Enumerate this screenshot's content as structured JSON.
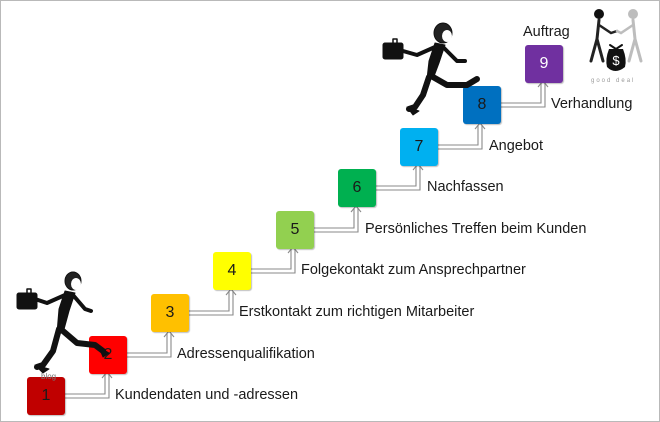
{
  "steps": [
    {
      "number": "1",
      "label": "Kundendaten und -adressen",
      "color": "#c00000"
    },
    {
      "number": "2",
      "label": "Adressenqualifikation",
      "color": "#ff0000"
    },
    {
      "number": "3",
      "label": "Erstkontakt zum richtigen Mitarbeiter",
      "color": "#ffc000"
    },
    {
      "number": "4",
      "label": "Folgekontakt zum Ansprechpartner",
      "color": "#ffff00"
    },
    {
      "number": "5",
      "label": "Persönliches Treffen beim Kunden",
      "color": "#92d050"
    },
    {
      "number": "6",
      "label": "Nachfassen",
      "color": "#00b050"
    },
    {
      "number": "7",
      "label": "Angebot",
      "color": "#00b0f0"
    },
    {
      "number": "8",
      "label": "Verhandlung",
      "color": "#0070c0"
    },
    {
      "number": "9",
      "label": "Auftrag",
      "color": "#7030a0"
    }
  ],
  "watermark": "blog",
  "deal_caption": "good deal",
  "icons": [
    "businessman-runner-icon",
    "businessman-runner-icon",
    "handshake-money-bag-icon"
  ]
}
